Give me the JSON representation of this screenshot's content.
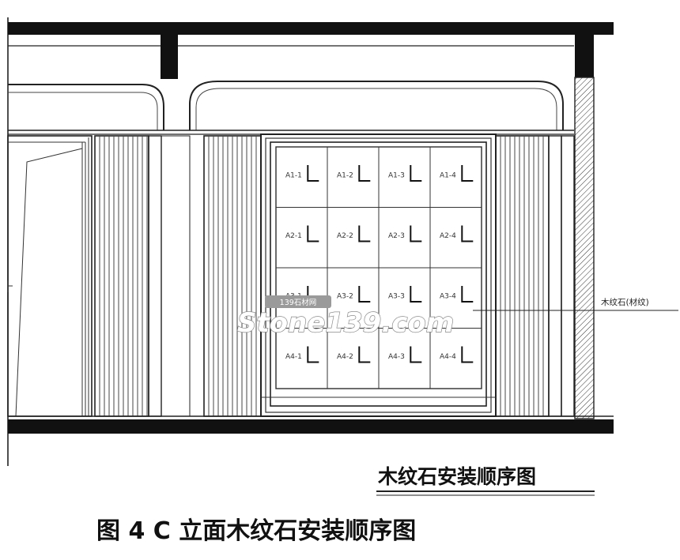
{
  "drawing_title": "木纹石安装顺序图",
  "caption": "图 4   C 立面木纹石安装顺序图",
  "callout_label": "木纹石(材纹)",
  "watermark": {
    "site_name": "139石材网",
    "brand_text": "Stone139.com"
  },
  "panel_grid": {
    "rows": 4,
    "cols": 4,
    "labels": [
      [
        "A1-1",
        "A1-2",
        "A1-3",
        "A1-4"
      ],
      [
        "A2-1",
        "A2-2",
        "A2-3",
        "A2-4"
      ],
      [
        "A3-1",
        "A3-2",
        "A3-3",
        "A3-4"
      ],
      [
        "A4-1",
        "A4-2",
        "A4-3",
        "A4-4"
      ]
    ]
  }
}
